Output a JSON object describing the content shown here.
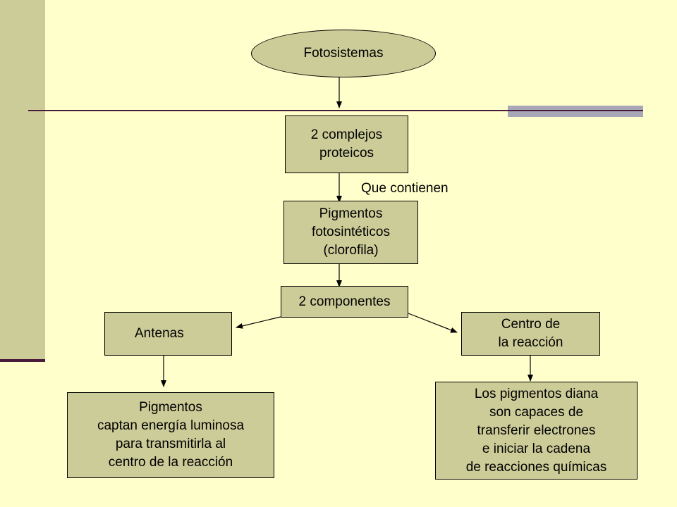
{
  "nodes": {
    "fotosistemas": "Fotosistemas",
    "complejos": "2 complejos\nproteicos",
    "pigmentos_foto": "Pigmentos\nfotosintéticos\n(clorofila)",
    "componentes": "2 componentes",
    "antenas": "Antenas",
    "centro": "Centro de\nla reacción",
    "pigmentos_captan": "Pigmentos\ncaptan energía luminosa\npara transmitirla al\ncentro de la reacción",
    "pigmentos_diana": "Los pigmentos diana\nson capaces de\ntransferir electrones\ne iniciar la cadena\nde reacciones químicas"
  },
  "edge_labels": {
    "que_contienen": "Que contienen"
  },
  "colors": {
    "background": "#ffffcc",
    "node_fill": "#cccc99",
    "accent_line": "#4a1a3a",
    "rule_block": "#a7a7b8"
  }
}
